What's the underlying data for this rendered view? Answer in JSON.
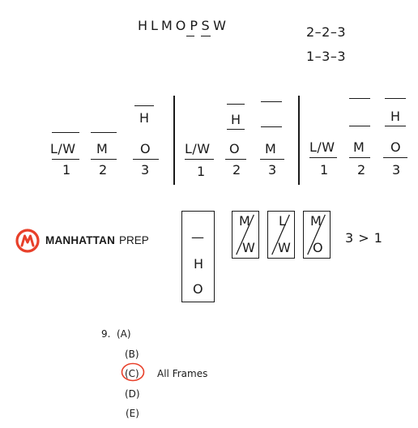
{
  "top": {
    "letters_prefix": "HLMO",
    "letter_p": "P",
    "letter_s": "S",
    "letter_w": "W",
    "seq1": "2–2–3",
    "seq2": "1–3–3"
  },
  "frames": [
    {
      "cells": [
        {
          "top": "",
          "mid": "L/W",
          "num": "1"
        },
        {
          "top": "",
          "mid": "M",
          "num": "2"
        },
        {
          "top": "H",
          "mid": "O",
          "num": "3"
        }
      ]
    },
    {
      "cells": [
        {
          "top": "",
          "mid": "L/W",
          "num": "1"
        },
        {
          "top": "H",
          "mid": "O",
          "num": "2"
        },
        {
          "top": "",
          "mid": "M",
          "num": "3"
        }
      ]
    },
    {
      "cells": [
        {
          "top": "",
          "mid": "L/W",
          "num": "1"
        },
        {
          "top": "",
          "mid": "M",
          "num": "2"
        },
        {
          "top": "H",
          "mid": "O",
          "num": "3"
        }
      ]
    }
  ],
  "logo": {
    "brand": "MANHATTAN",
    "suffix": "PREP",
    "color": "#e8402a"
  },
  "tall_box": {
    "dash": "—",
    "l1": "H",
    "l2": "O"
  },
  "small_boxes": [
    {
      "top": "M",
      "bottom": "W"
    },
    {
      "top": "L",
      "bottom": "W"
    },
    {
      "top": "M",
      "bottom": "O"
    }
  ],
  "compare": "3 > 1",
  "answers": {
    "number": "9.",
    "choices": [
      "(A)",
      "(B)",
      "(C)",
      "(D)",
      "(E)"
    ],
    "selected": "(C)",
    "note": "All Frames",
    "circle_color": "#e8402a"
  }
}
